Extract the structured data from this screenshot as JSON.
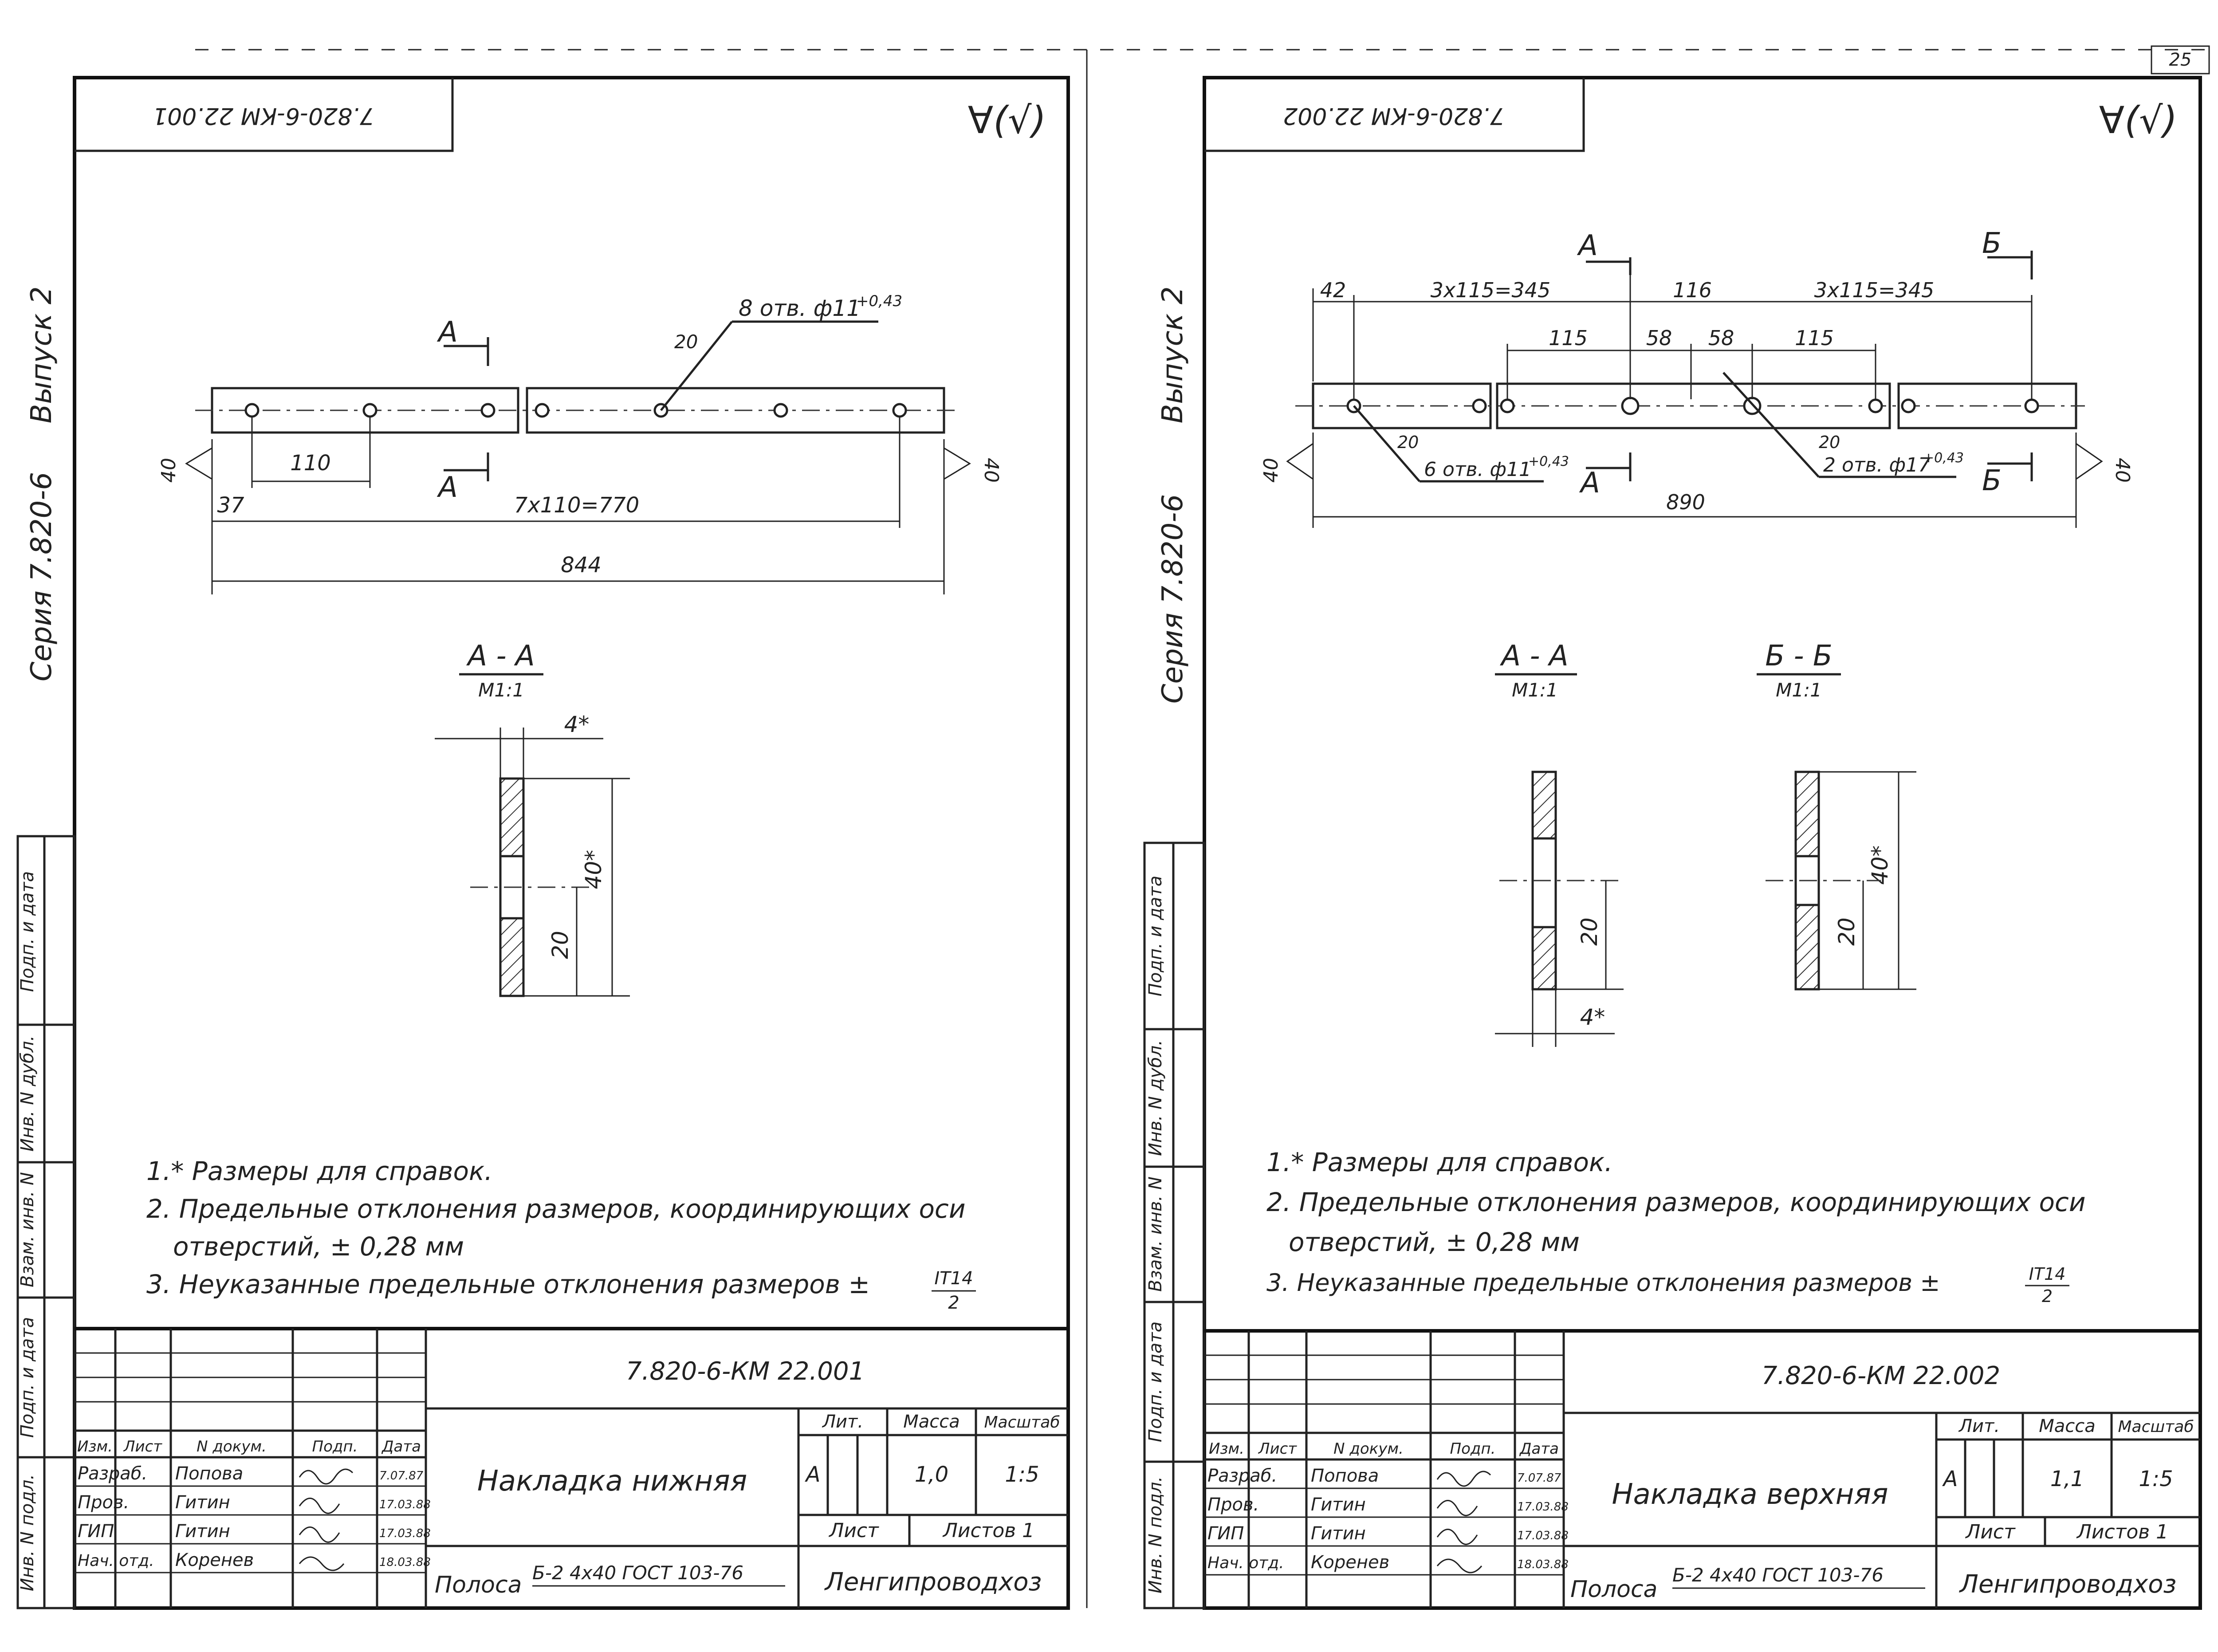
{
  "page_number": "25",
  "sheets": [
    {
      "side_series": "Серия 7.820-6",
      "side_issue": "Выпуск 2",
      "stamp_corner": "7.820-6-КМ 22.001",
      "roughness": "∀(√)",
      "holes_label": "8 отв. ф11",
      "holes_tol": "+0,43",
      "holes_angle": "20",
      "dims": {
        "first": "110",
        "edge": "37",
        "span": "7х110=770",
        "total": "844",
        "width": "40"
      },
      "section_marks": [
        "А",
        "А"
      ],
      "sections": [
        {
          "title": "А - А",
          "scale": "М1:1",
          "thk": "4*",
          "height": "40*",
          "half": "20"
        }
      ],
      "notes": [
        "1.* Размеры для справок.",
        "2. Предельные отклонения размеров, координирующих оси",
        "отверстий, ± 0,28 мм",
        "3. Неуказанные предельные отклонения размеров ±"
      ],
      "note_frac": {
        "num": "IT14",
        "den": "2"
      },
      "title_block": {
        "code": "7.820-6-КМ 22.001",
        "name": "Накладка нижняя",
        "header": [
          "Изм.",
          "Лист",
          "N докум.",
          "Подп.",
          "Дата"
        ],
        "people": [
          {
            "role": "Разраб.",
            "name": "Попова",
            "date": "7.07.87"
          },
          {
            "role": "Пров.",
            "name": "Гитин",
            "date": "17.03.88"
          },
          {
            "role": "ГИП",
            "name": "Гитин",
            "date": "17.03.88"
          },
          {
            "role": "Нач. отд.",
            "name": "Коренев",
            "date": "18.03.88"
          }
        ],
        "lit_label": "Лит.",
        "mass_label": "Масса",
        "scale_label": "Масштаб",
        "lit": "А",
        "mass": "1,0",
        "scale": "1:5",
        "sheet_label": "Лист",
        "sheets_label": "Листов 1",
        "material_word": "Полоса",
        "material_num": "Б-2 4х40 ГОСТ 103-76",
        "org": "Ленгипроводхоз"
      }
    },
    {
      "side_series": "Серия 7.820-6",
      "side_issue": "Выпуск 2",
      "stamp_corner": "7.820-6-КМ 22.002",
      "roughness": "∀(√)",
      "holes_label": "6 отв. ф11",
      "holes_tol": "+0,43",
      "holes2_label": "2 отв. ф17",
      "holes2_tol": "+0,43",
      "holes_angle": "20",
      "dims": {
        "edge": "42",
        "left_span": "3х115=345",
        "mid": "116",
        "right_span": "3х115=345",
        "a": "115",
        "b": "58",
        "c": "58",
        "d": "115",
        "total": "890",
        "width": "40"
      },
      "section_marks": [
        "А",
        "А",
        "Б",
        "Б"
      ],
      "sections": [
        {
          "title": "А - А",
          "scale": "М1:1",
          "thk": "4*",
          "half": "20"
        },
        {
          "title": "Б - Б",
          "scale": "М1:1",
          "height": "40*",
          "half": "20"
        }
      ],
      "notes": [
        "1.* Размеры для справок.",
        "2. Предельные отклонения размеров, координирующих оси",
        "отверстий, ± 0,28 мм",
        "3. Неуказанные предельные отклонения размеров ±"
      ],
      "note_frac": {
        "num": "IT14",
        "den": "2"
      },
      "title_block": {
        "code": "7.820-6-КМ 22.002",
        "name": "Накладка верхняя",
        "header": [
          "Изм.",
          "Лист",
          "N докум.",
          "Подп.",
          "Дата"
        ],
        "people": [
          {
            "role": "Разраб.",
            "name": "Попова",
            "date": "7.07.87"
          },
          {
            "role": "Пров.",
            "name": "Гитин",
            "date": "17.03.88"
          },
          {
            "role": "ГИП",
            "name": "Гитин",
            "date": "17.03.88"
          },
          {
            "role": "Нач. отд.",
            "name": "Коренев",
            "date": "18.03.88"
          }
        ],
        "lit_label": "Лит.",
        "mass_label": "Масса",
        "scale_label": "Масштаб",
        "lit": "А",
        "mass": "1,1",
        "scale": "1:5",
        "sheet_label": "Лист",
        "sheets_label": "Листов 1",
        "material_word": "Полоса",
        "material_num": "Б-2 4х40 ГОСТ 103-76",
        "org": "Ленгипроводхоз"
      }
    }
  ],
  "left_margin_cells": [
    "Инв. N подл.",
    "Подп. и дата",
    "Взам. инв. N",
    "Инв. N дубл.",
    "Подп. и дата"
  ]
}
